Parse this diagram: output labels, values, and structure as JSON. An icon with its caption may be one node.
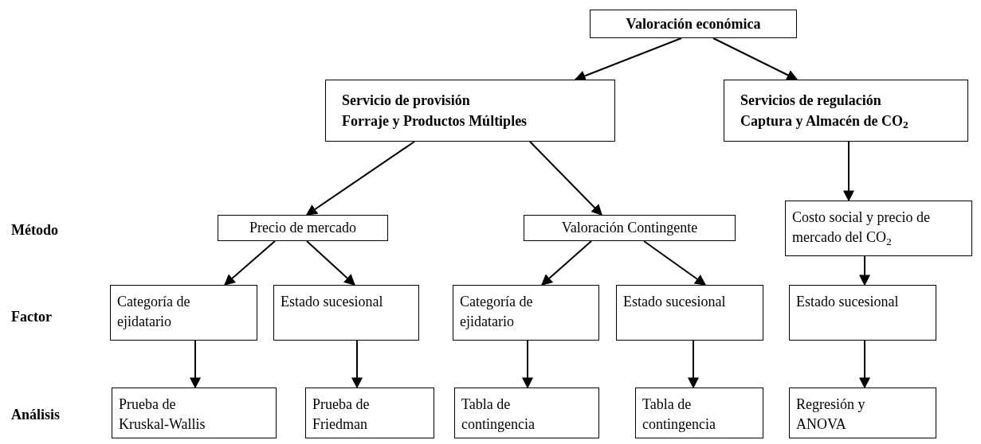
{
  "diagram": {
    "nodes": [
      {
        "text": [
          "Valoración económica"
        ]
      },
      {
        "text": [
          "Servicio de provisión",
          "Forraje y Productos Múltiples"
        ]
      },
      {
        "text": [
          "Servicios de regulación",
          "Captura y Almacén de CO$_{2}$"
        ]
      },
      {
        "text": [
          "Precio de mercado"
        ]
      },
      {
        "text": [
          "Valoración Contingente"
        ]
      },
      {
        "text": [
          "Costo social y precio de mercado del CO$_{2}$"
        ]
      },
      {
        "text": [
          "Categoría de ejidatario"
        ]
      },
      {
        "text": [
          "Estado sucesional"
        ]
      },
      {
        "text": [
          "Categoría de ejidatario"
        ]
      },
      {
        "text": [
          "Estado sucesional"
        ]
      },
      {
        "text": [
          "Estado sucesional"
        ]
      },
      {
        "text": [
          "Prueba de Kruskal-Wallis"
        ]
      },
      {
        "text": [
          "Prueba de Friedman"
        ]
      },
      {
        "text": [
          "Tabla de contingencia"
        ]
      },
      {
        "text": [
          "Tabla de contingencia"
        ]
      },
      {
        "text": [
          "Regresión y ANOVA"
        ]
      }
    ],
    "edges": [
      {
        "from": 0,
        "to": 1,
        "arrow": "to"
      },
      {
        "from": 0,
        "to": 2,
        "arrow": "to"
      },
      {
        "from": 1,
        "to": 3,
        "arrow": "to"
      },
      {
        "from": 1,
        "to": 4,
        "arrow": "to"
      },
      {
        "from": 2,
        "to": 5,
        "arrow": "to"
      },
      {
        "from": 3,
        "to": 6,
        "arrow": "to"
      },
      {
        "from": 3,
        "to": 7,
        "arrow": "to"
      },
      {
        "from": 4,
        "to": 8,
        "arrow": "to"
      },
      {
        "from": 4,
        "to": 9,
        "arrow": "to"
      },
      {
        "from": 5,
        "to": 10,
        "arrow": "to"
      },
      {
        "from": 6,
        "to": 11,
        "arrow": "to"
      },
      {
        "from": 7,
        "to": 12,
        "arrow": "to"
      },
      {
        "from": 8,
        "to": 13,
        "arrow": "to"
      },
      {
        "from": 9,
        "to": 14,
        "arrow": "to"
      },
      {
        "from": 10,
        "to": 15,
        "arrow": "to"
      }
    ],
    "labels": [
      "Método",
      "Factor",
      "Análisis"
    ]
  }
}
